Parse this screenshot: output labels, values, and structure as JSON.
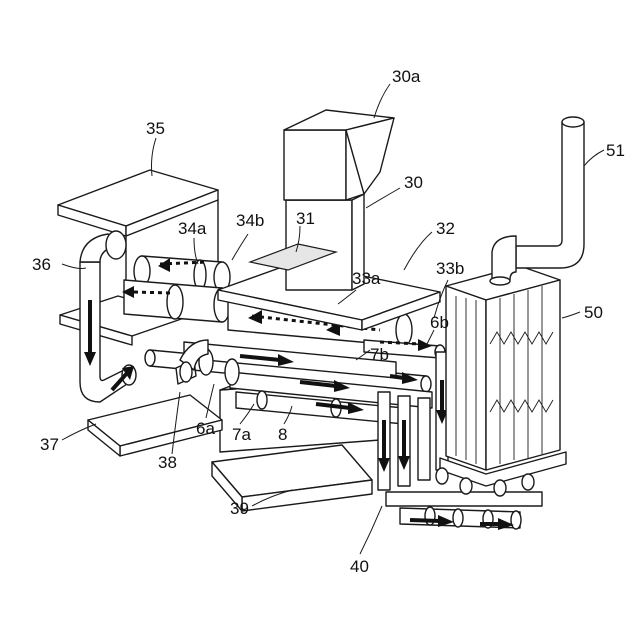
{
  "labels": {
    "l30a": "30a",
    "l35": "35",
    "l51": "51",
    "l30": "30",
    "l31": "31",
    "l34a": "34a",
    "l34b": "34b",
    "l32": "32",
    "l36": "36",
    "l33a": "33a",
    "l33b": "33b",
    "l50": "50",
    "l6b": "6b",
    "l7b": "7b",
    "l37": "37",
    "l6a": "6a",
    "l7a": "7a",
    "l8": "8",
    "l38": "38",
    "l39": "39",
    "l40": "40"
  }
}
